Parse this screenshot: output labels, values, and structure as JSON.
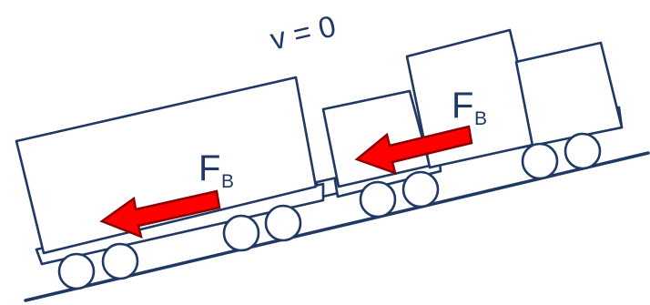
{
  "diagram": {
    "velocity_label": "v = 0",
    "force_symbol": "F",
    "force_subscript": "B",
    "colors": {
      "outline": "#1f3864",
      "arrow_fill": "#ff0000",
      "arrow_stroke": "#8b0000",
      "background": "#ffffff"
    }
  }
}
